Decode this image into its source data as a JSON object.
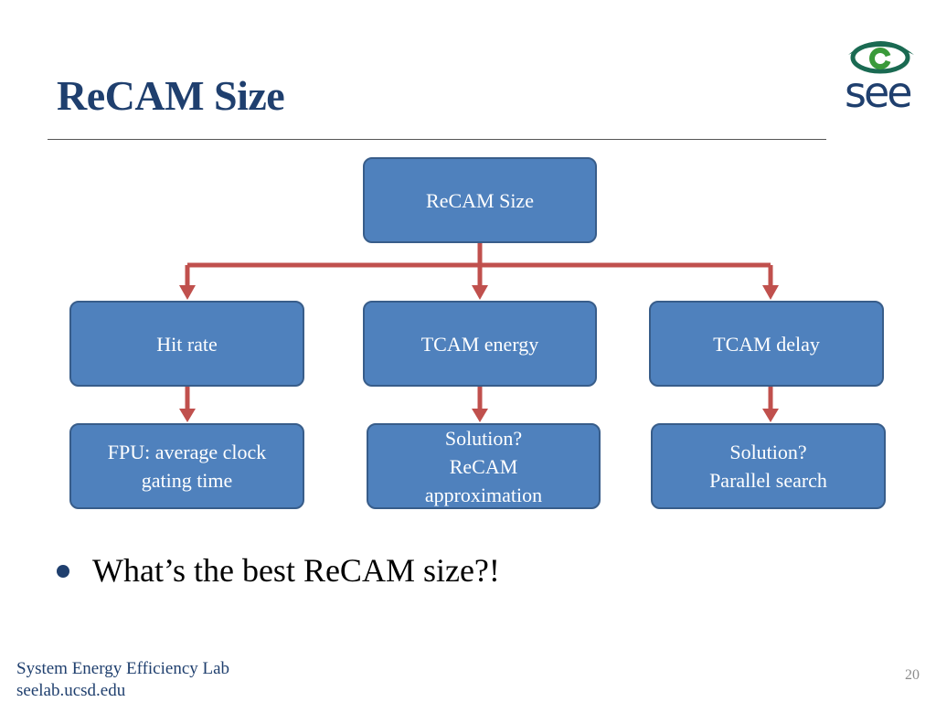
{
  "slide": {
    "title": "ReCAM Size",
    "logo_text": "see",
    "accent_color": "#1f3f6e",
    "box_color": "#4f81bd",
    "arrow_color": "#c0504d"
  },
  "diagram": {
    "root": "ReCAM Size",
    "level1": [
      "Hit rate",
      "TCAM energy",
      "TCAM delay"
    ],
    "level2": [
      [
        "FPU: average clock",
        "gating time"
      ],
      [
        "Solution?",
        "ReCAM",
        "approximation"
      ],
      [
        "Solution?",
        "Parallel search"
      ]
    ]
  },
  "bullets": [
    "What’s the best ReCAM size?!"
  ],
  "footer": {
    "lab": "System Energy Efficiency Lab",
    "url": "seelab.ucsd.edu",
    "page": "20"
  }
}
